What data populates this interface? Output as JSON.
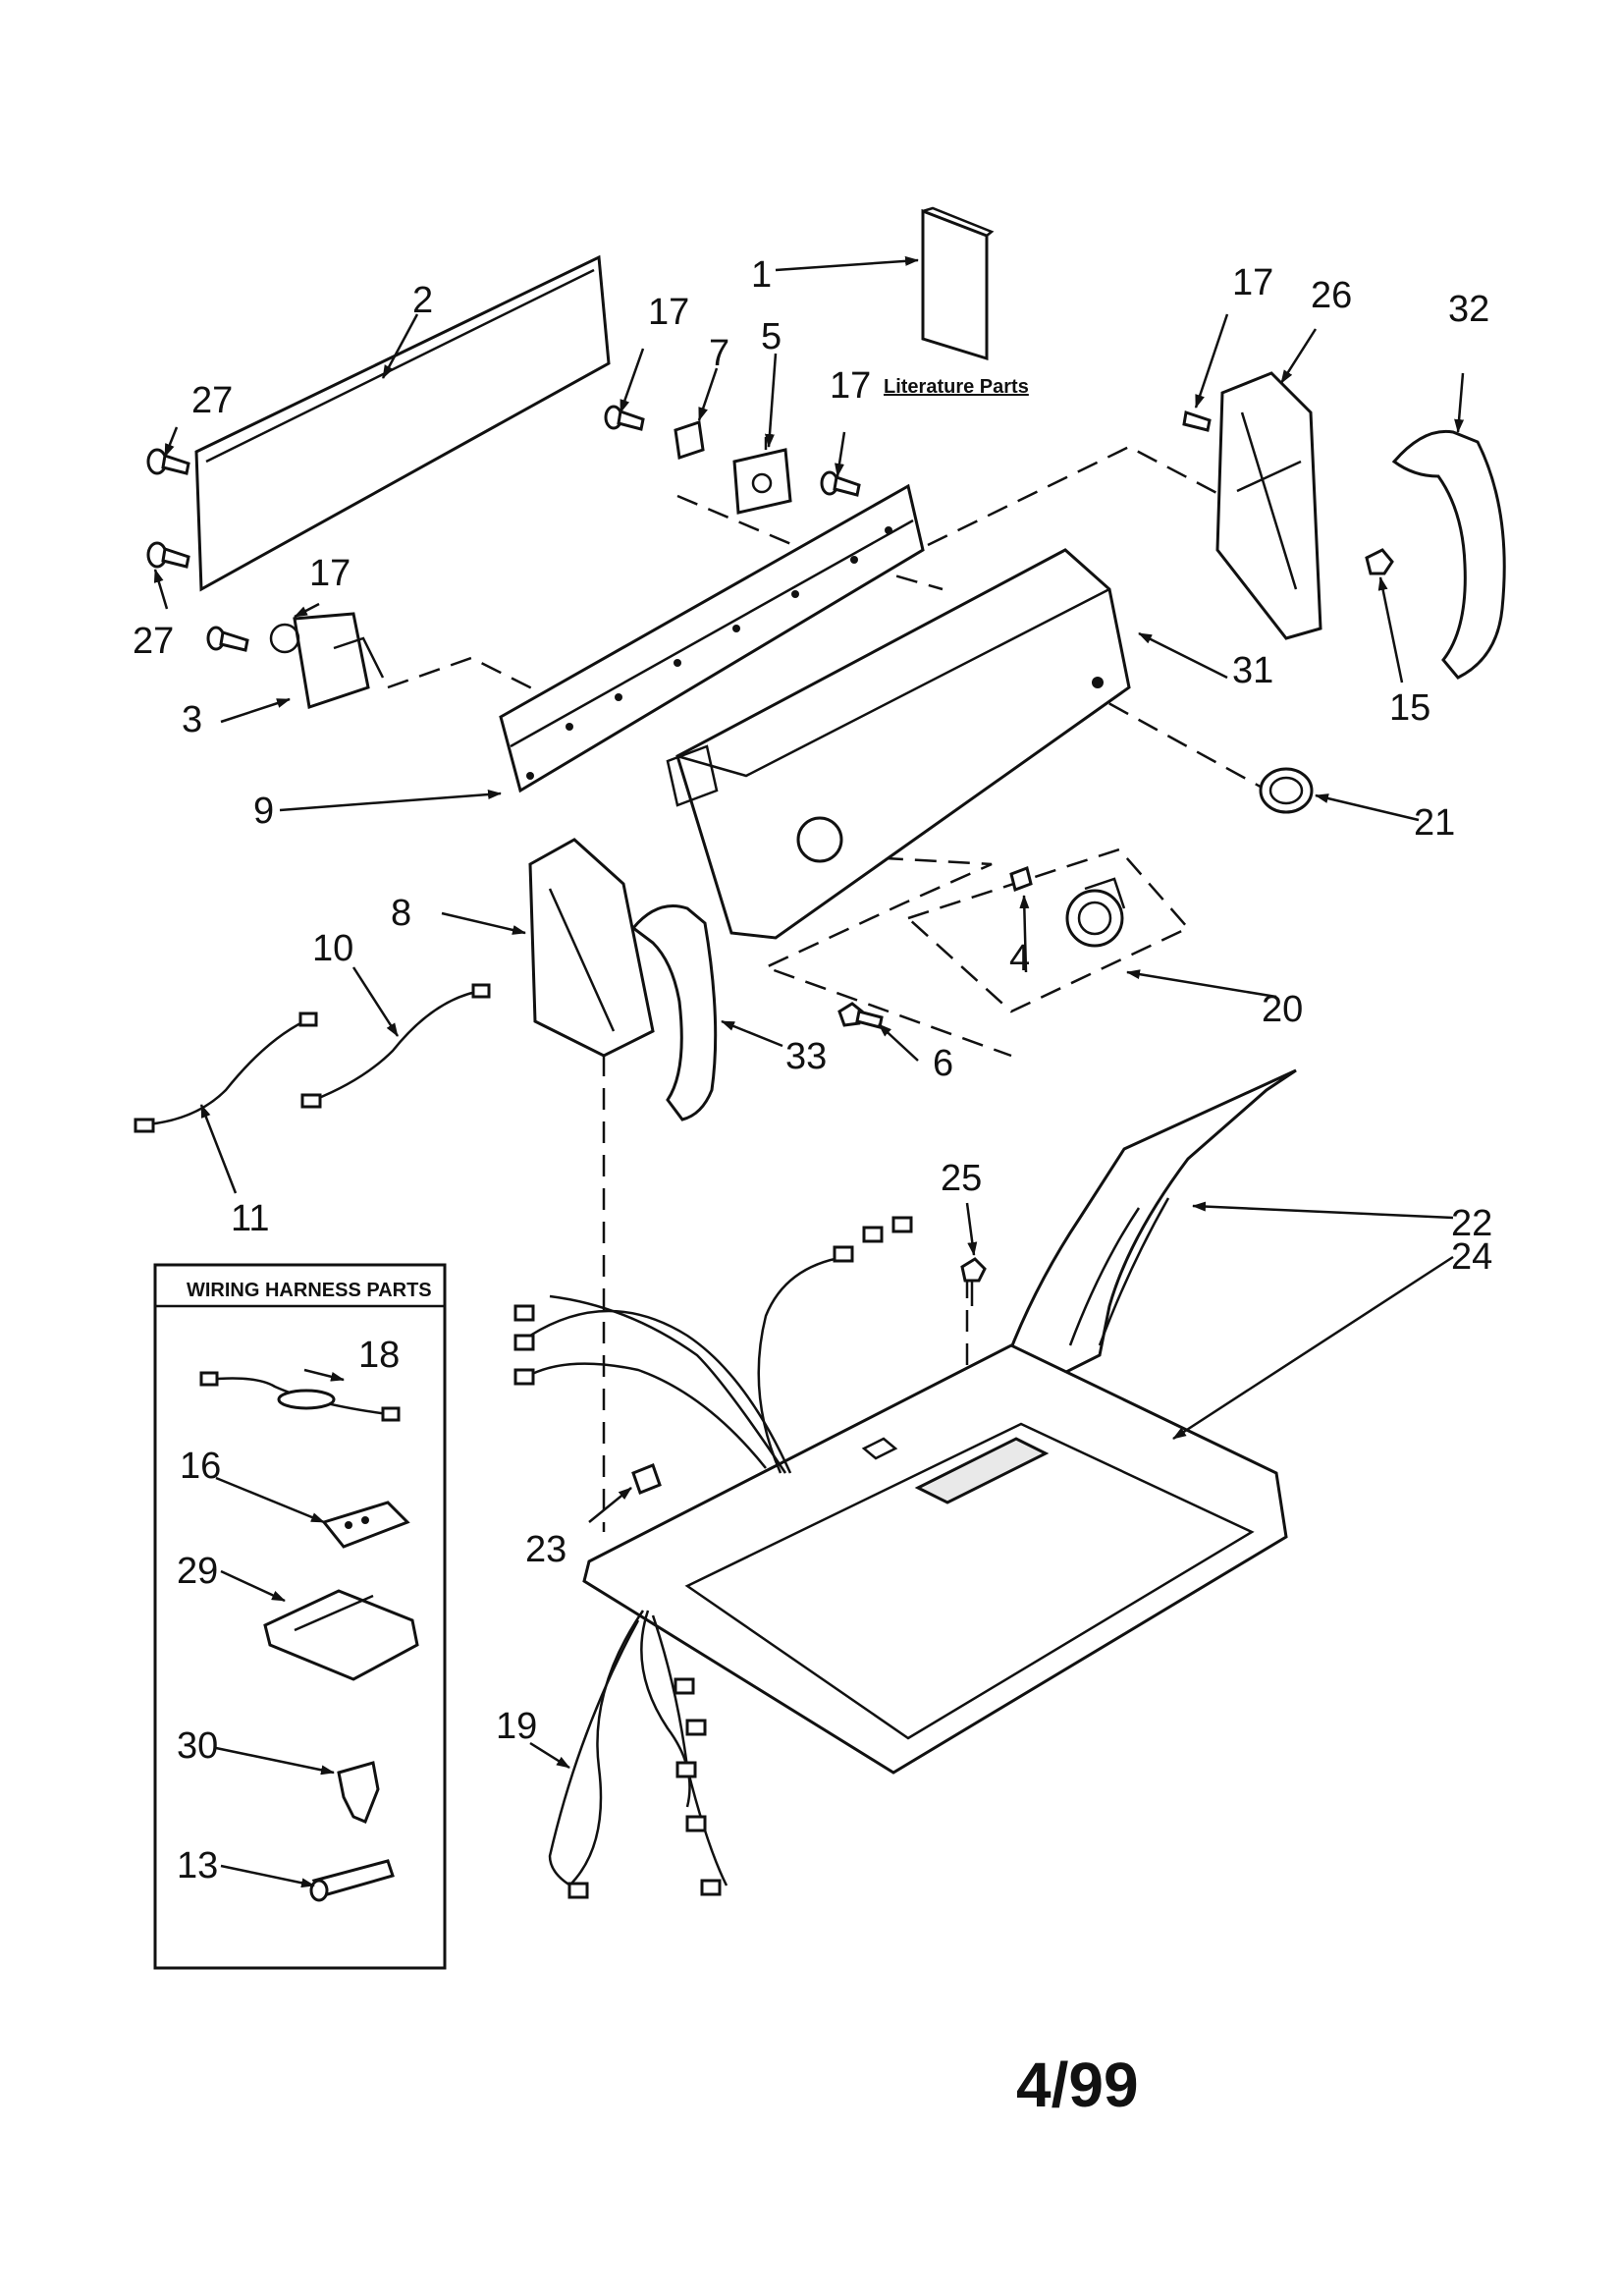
{
  "callouts": {
    "c1": "1",
    "c2": "2",
    "c3": "3",
    "c4": "4",
    "c5": "5",
    "c6": "6",
    "c7": "7",
    "c8": "8",
    "c9": "9",
    "c10": "10",
    "c11": "11",
    "c13": "13",
    "c15": "15",
    "c16": "16",
    "c17a": "17",
    "c17b": "17",
    "c17c": "17",
    "c17d": "17",
    "c18": "18",
    "c19": "19",
    "c20": "20",
    "c21": "21",
    "c22": "22",
    "c23": "23",
    "c24": "24",
    "c25": "25",
    "c26": "26",
    "c27a": "27",
    "c27b": "27",
    "c29": "29",
    "c30": "30",
    "c31": "31",
    "c32": "32",
    "c33": "33"
  },
  "literature_label": "Literature Parts",
  "wiring_box_title": "WIRING HARNESS PARTS",
  "date_code": "4/99"
}
